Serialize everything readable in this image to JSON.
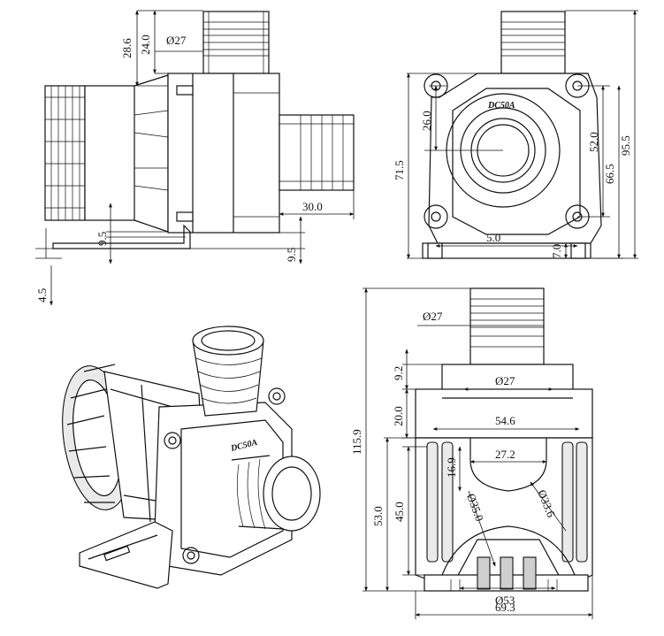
{
  "brand_mark": "DC50A",
  "side_view": {
    "dims": {
      "d28_6": "28.6",
      "d24_0": "24.0",
      "dia27": "Ø27",
      "d30_0": "30.0",
      "d9_5_left": "9.5",
      "d9_5_right": "9.5",
      "d4_5": "4.5"
    }
  },
  "front_view": {
    "dims": {
      "d26_0": "26.0",
      "d71_5": "71.5",
      "d52_0": "52.0",
      "d66_5": "66.5",
      "d95_5": "95.5",
      "d5_0": "5.0",
      "d7_0": "7.0"
    }
  },
  "top_view": {
    "dims": {
      "dia27_top": "Ø27",
      "d9_2": "9.2",
      "dia27_inner": "Ø27",
      "d20_0": "20.0",
      "d54_6": "54.6",
      "d115_9": "115.9",
      "d16_9": "16.9",
      "d27_2": "27.2",
      "d45_0": "45.0",
      "d53_0": "53.0",
      "dia35_0": "Ø35.0",
      "dia33_6": "Ø33.6",
      "dia53": "Ø53",
      "d69_3": "69.3"
    }
  }
}
